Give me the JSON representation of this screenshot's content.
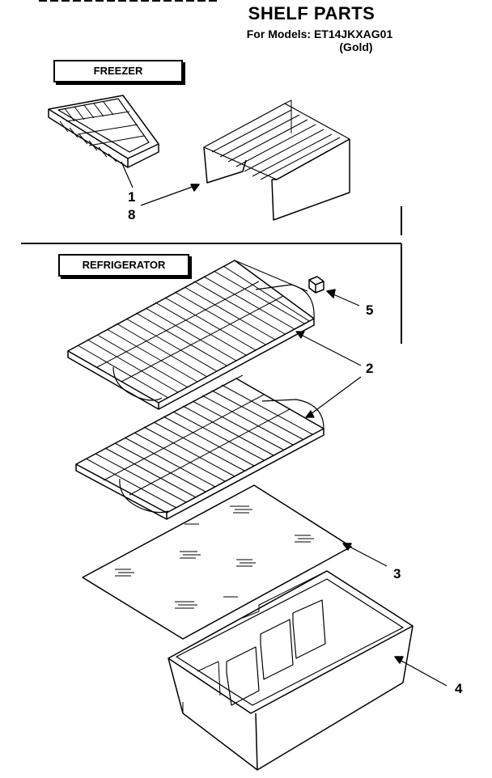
{
  "header": {
    "title": "SHELF PARTS",
    "models_line": "For Models: ET14JKXAG01",
    "color_line": "(Gold)"
  },
  "sections": {
    "freezer_label": "FREEZER",
    "refrigerator_label": "REFRIGERATOR"
  },
  "callouts": {
    "c1": "1",
    "c8": "8",
    "c5": "5",
    "c2": "2",
    "c3": "3",
    "c4": "4"
  }
}
